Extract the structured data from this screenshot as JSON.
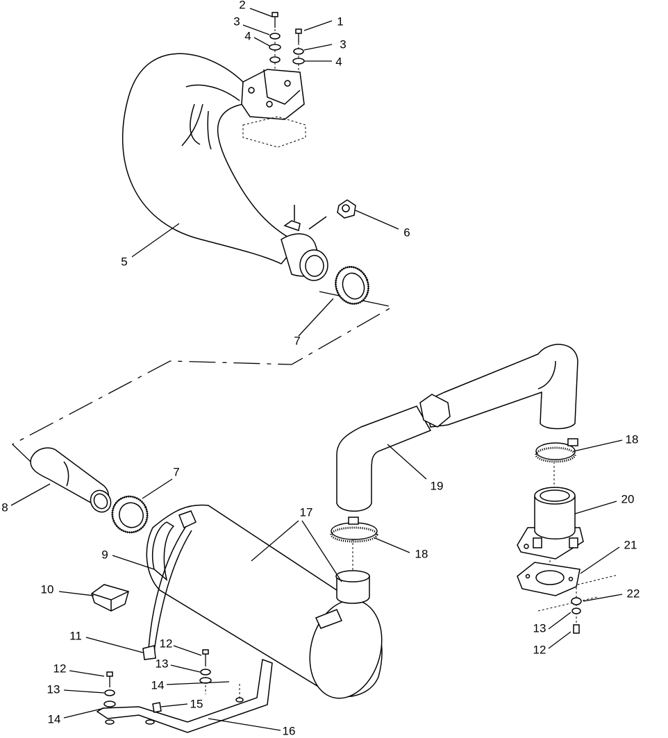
{
  "callouts": {
    "c1": "1",
    "c2": "2",
    "c3a": "3",
    "c3b": "3",
    "c4a": "4",
    "c4b": "4",
    "c5": "5",
    "c6": "6",
    "c7a": "7",
    "c7b": "7",
    "c8": "8",
    "c9": "9",
    "c10": "10",
    "c11": "11",
    "c12a": "12",
    "c12b": "12",
    "c12c": "12",
    "c13a": "13",
    "c13b": "13",
    "c13c": "13",
    "c14a": "14",
    "c14b": "14",
    "c15": "15",
    "c16": "16",
    "c17": "17",
    "c18a": "18",
    "c18b": "18",
    "c19": "19",
    "c20": "20",
    "c21": "21",
    "c22": "22"
  }
}
